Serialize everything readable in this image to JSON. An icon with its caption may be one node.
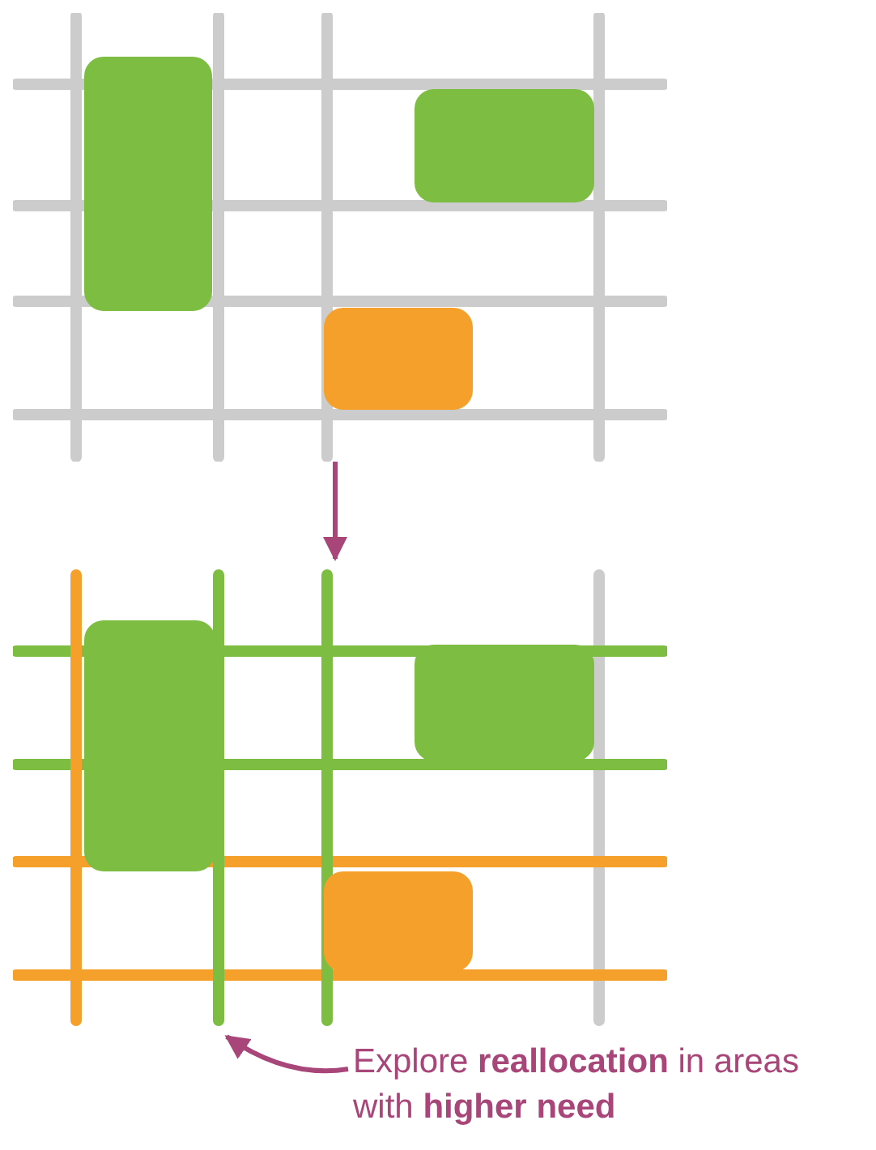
{
  "diagram": {
    "nodes": [
      {
        "text": [],
        "shape": "picture"
      },
      {
        "text": [],
        "shape": "picture"
      },
      {
        "text": [
          "Explore **reallocation** in areas with **higher need**"
        ]
      }
    ],
    "edges": [
      {
        "from": 0,
        "to": 1,
        "arrow": "to"
      },
      {
        "from": 2,
        "to": 1,
        "arrow": "to"
      }
    ]
  }
}
